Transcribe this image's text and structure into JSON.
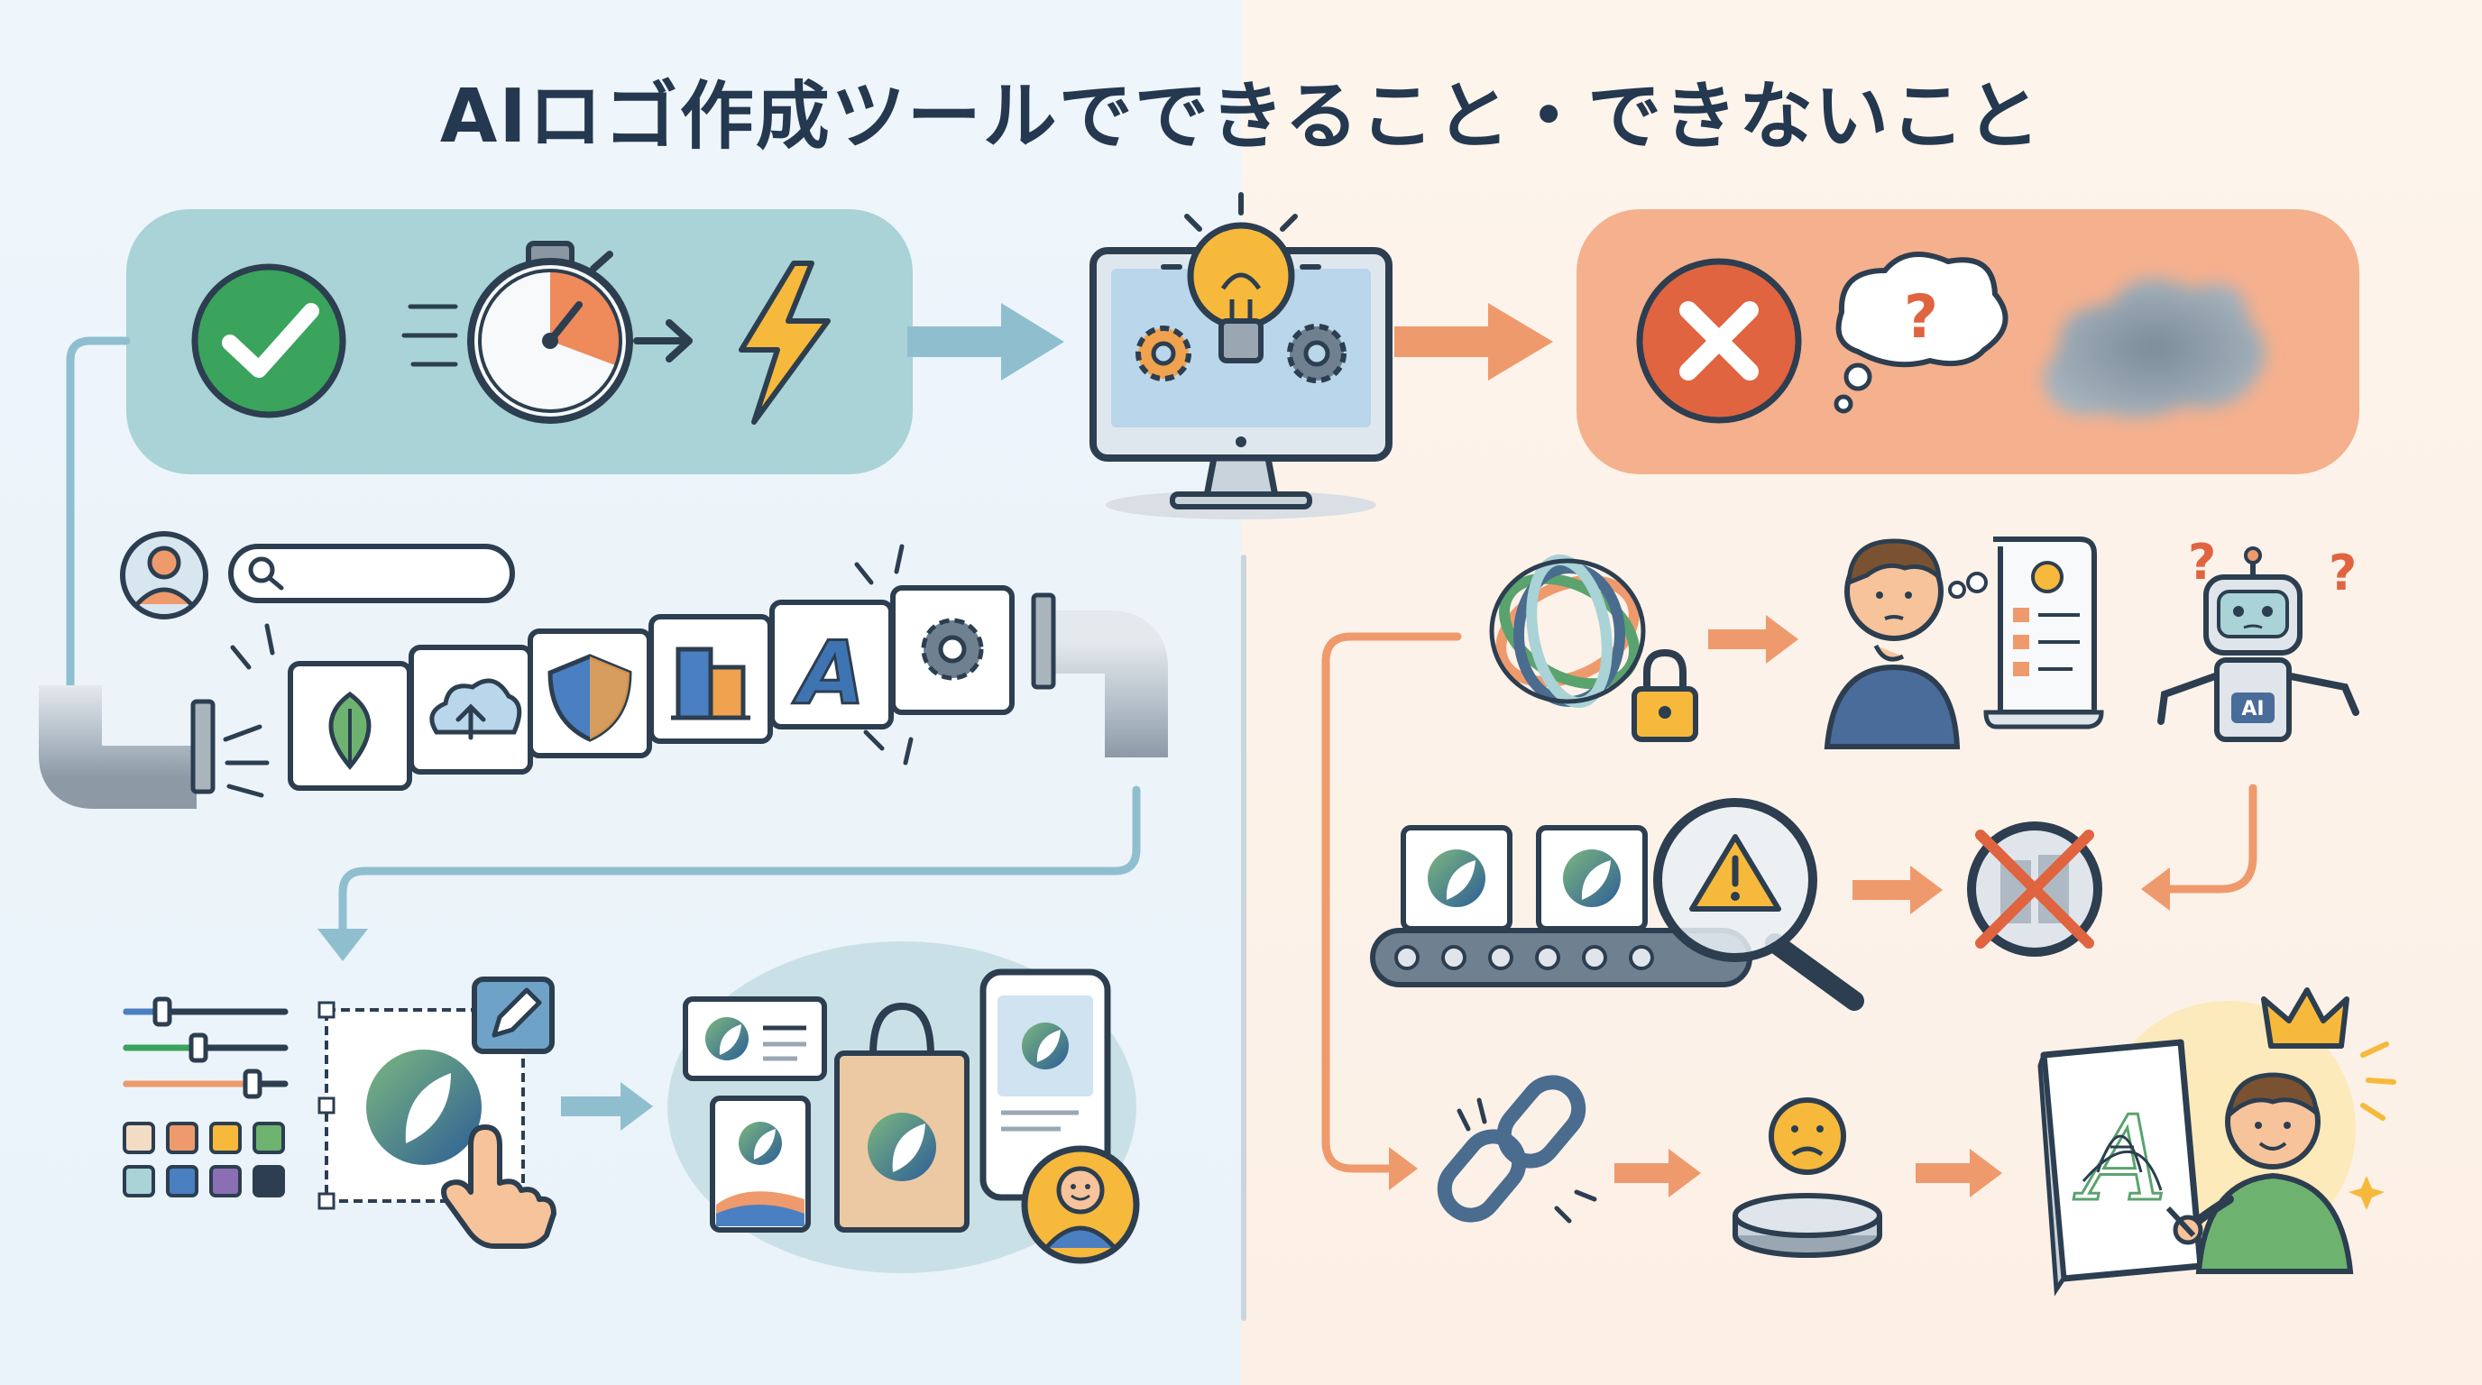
{
  "title": "AIロゴ作成ツールでできること・できないこと",
  "colors": {
    "teal_panel": "#a9d3d6",
    "orange_panel": "#f5b08e",
    "ok_green": "#3aa35c",
    "ng_red": "#e0643f",
    "arrow_blue": "#8fbfcf",
    "arrow_orange": "#ef9a6c",
    "navy_outline": "#2c3e50"
  },
  "icons": {
    "left_column": [
      "check-icon",
      "stopwatch-icon",
      "lightning-icon",
      "user-avatar-icon",
      "search-bar-icon",
      "leaf-logo-icon",
      "cloud-upload-logo-icon",
      "shield-logo-icon",
      "building-logo-icon",
      "letter-a-logo-icon",
      "gear-logo-icon",
      "pipe-icon",
      "slider-controls-icon",
      "color-palette-icon",
      "edit-pencil-icon",
      "pointer-hand-icon",
      "business-card-icon",
      "tote-bag-icon",
      "smartphone-icon",
      "smiley-avatar-icon"
    ],
    "center": [
      "monitor-icon",
      "lightbulb-icon",
      "gear-icon"
    ],
    "right_column": [
      "cross-icon",
      "question-bubble-icon",
      "blurry-cloud-icon",
      "tangled-rings-icon",
      "padlock-icon",
      "thinking-person-icon",
      "document-icon",
      "confused-robot-icon",
      "conveyor-belt-icon",
      "magnifier-warning-icon",
      "crossed-circle-icon",
      "broken-chain-icon",
      "sad-face-icon",
      "pedestal-icon",
      "designer-with-sketch-icon",
      "crown-icon"
    ]
  },
  "labels": {
    "robot_badge": "AI",
    "question_mark": "?",
    "sketch_letter": "A",
    "logo_letter": "A"
  }
}
